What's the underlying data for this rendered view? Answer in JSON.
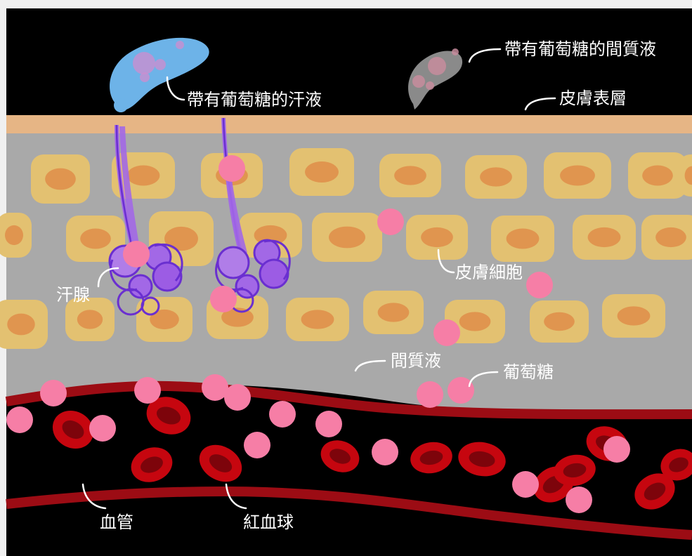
{
  "labels": {
    "sweat": "帶有葡萄糖的汗液",
    "interstitial_top": "帶有葡萄糖的間質液",
    "epidermis": "皮膚表層",
    "skin_cells": "皮膚細胞",
    "sweat_gland": "汗腺",
    "interstitial": "間質液",
    "glucose": "葡萄糖",
    "blood_vessel": "血管",
    "red_blood_cells": "紅血球"
  },
  "colors": {
    "background": "#000000",
    "epidermis": "#e6b585",
    "tissue": "#a9a9a9",
    "cell": "#e3c171",
    "nucleus": "#e0954f",
    "glucose": "#f67ea6",
    "sweat_gland": "#a268e6",
    "sweat_drop": "#6db3e8",
    "interstitial_drop": "#8a8a8a",
    "vessel_wall": "#9c0c14",
    "red_blood_cell": "#c6060f",
    "rbc_center": "#7d040b"
  }
}
